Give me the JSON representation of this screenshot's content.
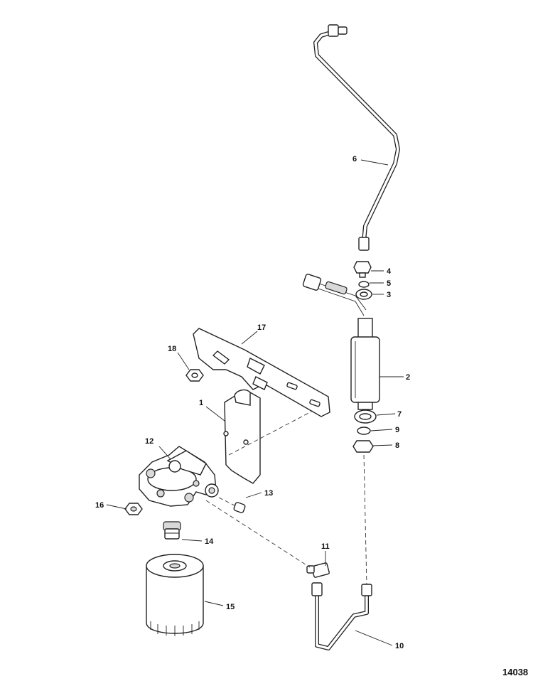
{
  "figure": {
    "number": "14038"
  },
  "callouts": [
    "1",
    "2",
    "3",
    "4",
    "5",
    "6",
    "7",
    "8",
    "9",
    "10",
    "11",
    "12",
    "13",
    "14",
    "15",
    "16",
    "17",
    "18"
  ]
}
